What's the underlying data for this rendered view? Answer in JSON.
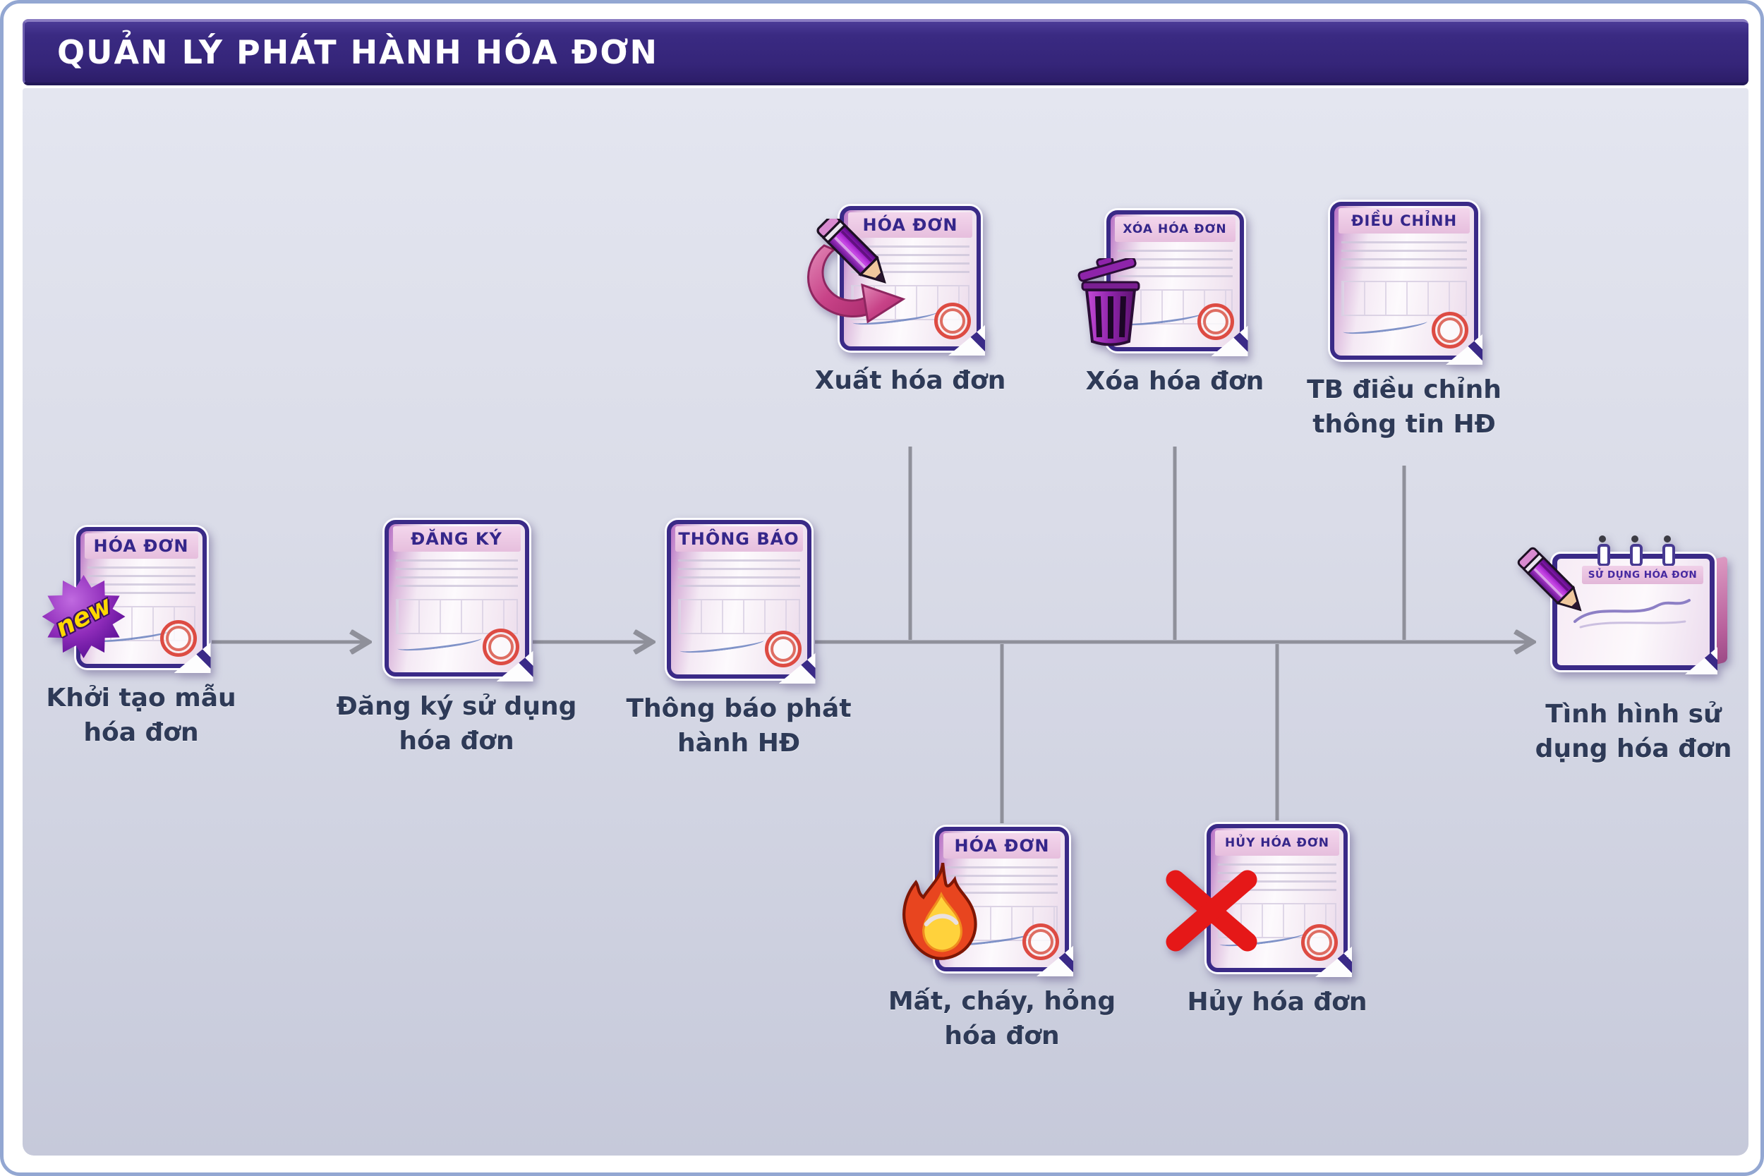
{
  "window": {
    "title": "QUẢN LÝ PHÁT HÀNH HÓA ĐƠN"
  },
  "colors": {
    "titlebar_bg": "#3a2a82",
    "titlebar_text": "#ffffff",
    "panel_bg": "#d8dae7",
    "frame_border": "#93a7d2",
    "connector": "#8f909a",
    "doc_border": "#3a2a87",
    "doc_header_bg": "#ecc6e1",
    "doc_header_text": "#35268a",
    "label_text": "#2e3a57",
    "stamp_red": "#dd4b43",
    "badge_purple": "#7c1fae",
    "badge_text_yellow": "#ffd800",
    "flame_orange": "#e8451f",
    "x_red": "#e51818"
  },
  "nodes": {
    "khoi_tao": {
      "doc_title": "HÓA ĐƠN",
      "badge_text": "new",
      "label1": "Khởi tạo mẫu",
      "label2": "hóa đơn"
    },
    "dang_ky": {
      "doc_title": "ĐĂNG KÝ",
      "label1": "Đăng ký sử dụng",
      "label2": "hóa đơn"
    },
    "thong_bao": {
      "doc_title": "THÔNG BÁO",
      "label1": "Thông báo phát",
      "label2": "hành HĐ"
    },
    "xuat": {
      "doc_title": "HÓA ĐƠN",
      "label1": "Xuất hóa đơn"
    },
    "xoa": {
      "doc_title": "XÓA HÓA ĐƠN",
      "label1": "Xóa hóa đơn"
    },
    "dieu_chinh": {
      "doc_title": "ĐIỀU CHỈNH",
      "label1": "TB điều chỉnh",
      "label2": "thông tin HĐ"
    },
    "mat_chay_hong": {
      "doc_title": "HÓA ĐƠN",
      "label1": "Mất, cháy, hỏng",
      "label2": "hóa đơn"
    },
    "huy": {
      "doc_title": "HỦY HÓA ĐƠN",
      "label1": "Hủy hóa đơn"
    },
    "tinh_hinh": {
      "doc_title": "SỬ DỤNG HÓA ĐƠN",
      "label1": "Tình hình sử",
      "label2": "dụng hóa đơn"
    }
  }
}
